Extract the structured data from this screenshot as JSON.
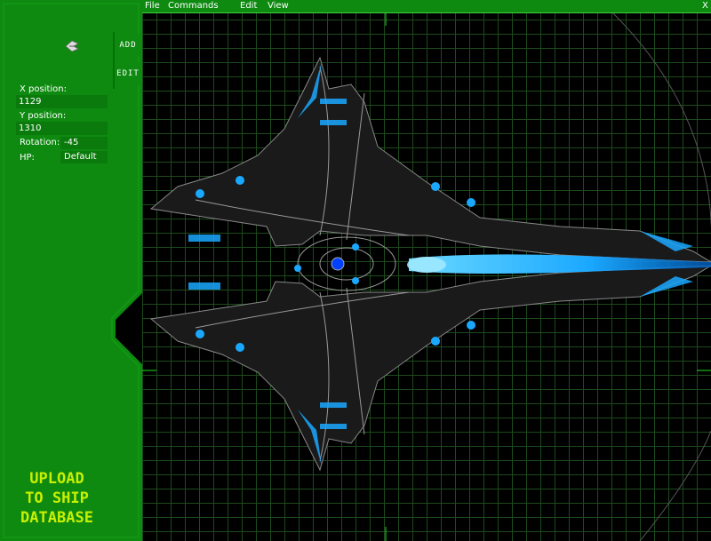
{
  "menu": {
    "file": "File",
    "commands": "Commands",
    "edit": "Edit",
    "view": "View",
    "close": "X"
  },
  "side_buttons": {
    "add": "ADD",
    "edit": "EDIT"
  },
  "properties": {
    "x_label": "X position:",
    "x_value": "1129",
    "y_label": "Y position:",
    "y_value": "1310",
    "rotation_label": "Rotation:",
    "rotation_value": "-45",
    "hp_label": "HP:",
    "hp_value": "Default"
  },
  "upload": {
    "line1": "UPLOAD",
    "line2": "TO SHIP",
    "line3": "DATABASE"
  },
  "colors": {
    "panel_green": "#0e8a10",
    "field_green": "#0a7a0c",
    "upload_text": "#c8f000",
    "grid": "#1d4a1d",
    "ship_glow": "#1aa8ff"
  },
  "icons": {
    "cursor": "ship-cursor-icon"
  }
}
